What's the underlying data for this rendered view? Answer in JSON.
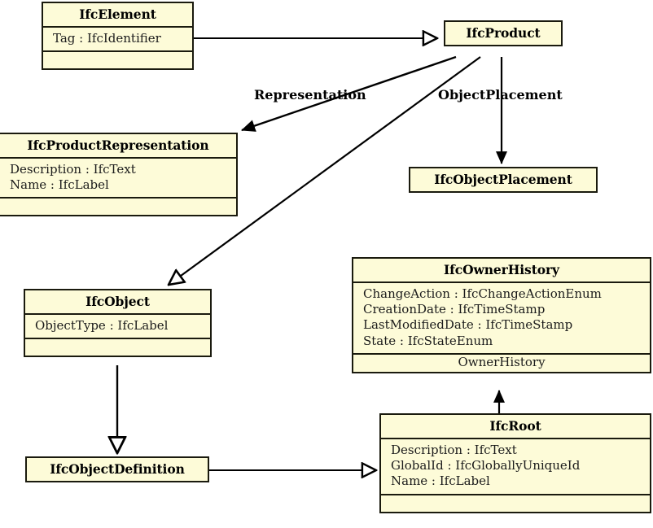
{
  "diagram": {
    "title": "IFC product and object inheritance diagram",
    "type": "uml-class-diagram",
    "colors": {
      "class_fill": "#fdfbd8",
      "class_border": "#1a1a0e",
      "edge": "#000000",
      "background": "#ffffff"
    }
  },
  "classes": {
    "ifcelement": {
      "name": "IfcElement",
      "attributes": [
        "Tag : IfcIdentifier"
      ],
      "role": ""
    },
    "ifcproduct": {
      "name": "IfcProduct",
      "attributes": [],
      "role": ""
    },
    "ifcproductrepresentation": {
      "name": "IfcProductRepresentation",
      "attributes": [
        "Description : IfcText",
        "Name : IfcLabel"
      ],
      "role": ""
    },
    "ifcobjectplacement": {
      "name": "IfcObjectPlacement",
      "attributes": [],
      "role": ""
    },
    "ifcownerhistory": {
      "name": "IfcOwnerHistory",
      "attributes": [
        "ChangeAction : IfcChangeActionEnum",
        "CreationDate : IfcTimeStamp",
        "LastModifiedDate : IfcTimeStamp",
        "State : IfcStateEnum"
      ],
      "role": "OwnerHistory"
    },
    "ifcobject": {
      "name": "IfcObject",
      "attributes": [
        "ObjectType : IfcLabel"
      ],
      "role": ""
    },
    "ifcroot": {
      "name": "IfcRoot",
      "attributes": [
        "Description : IfcText",
        "GlobalId : IfcGloballyUniqueId",
        "Name : IfcLabel"
      ],
      "role": ""
    },
    "ifcobjectdefinition": {
      "name": "IfcObjectDefinition",
      "attributes": [],
      "role": ""
    }
  },
  "edge_labels": {
    "representation": "Representation",
    "objectplacement": "ObjectPlacement"
  },
  "relations": [
    {
      "from": "IfcElement",
      "to": "IfcProduct",
      "kind": "generalization",
      "arrow": "hollow-triangle",
      "label": ""
    },
    {
      "from": "IfcProduct",
      "to": "IfcProductRepresentation",
      "kind": "association",
      "arrow": "solid-arrow",
      "label": "Representation"
    },
    {
      "from": "IfcProduct",
      "to": "IfcObjectPlacement",
      "kind": "association",
      "arrow": "solid-arrow",
      "label": "ObjectPlacement"
    },
    {
      "from": "IfcProduct",
      "to": "IfcObject",
      "kind": "generalization",
      "arrow": "hollow-triangle",
      "label": ""
    },
    {
      "from": "IfcObject",
      "to": "IfcObjectDefinition",
      "kind": "generalization",
      "arrow": "hollow-triangle",
      "label": ""
    },
    {
      "from": "IfcObjectDefinition",
      "to": "IfcRoot",
      "kind": "generalization",
      "arrow": "hollow-triangle",
      "label": ""
    },
    {
      "from": "IfcRoot",
      "to": "IfcOwnerHistory",
      "kind": "association",
      "arrow": "solid-arrow",
      "label": "OwnerHistory"
    }
  ]
}
